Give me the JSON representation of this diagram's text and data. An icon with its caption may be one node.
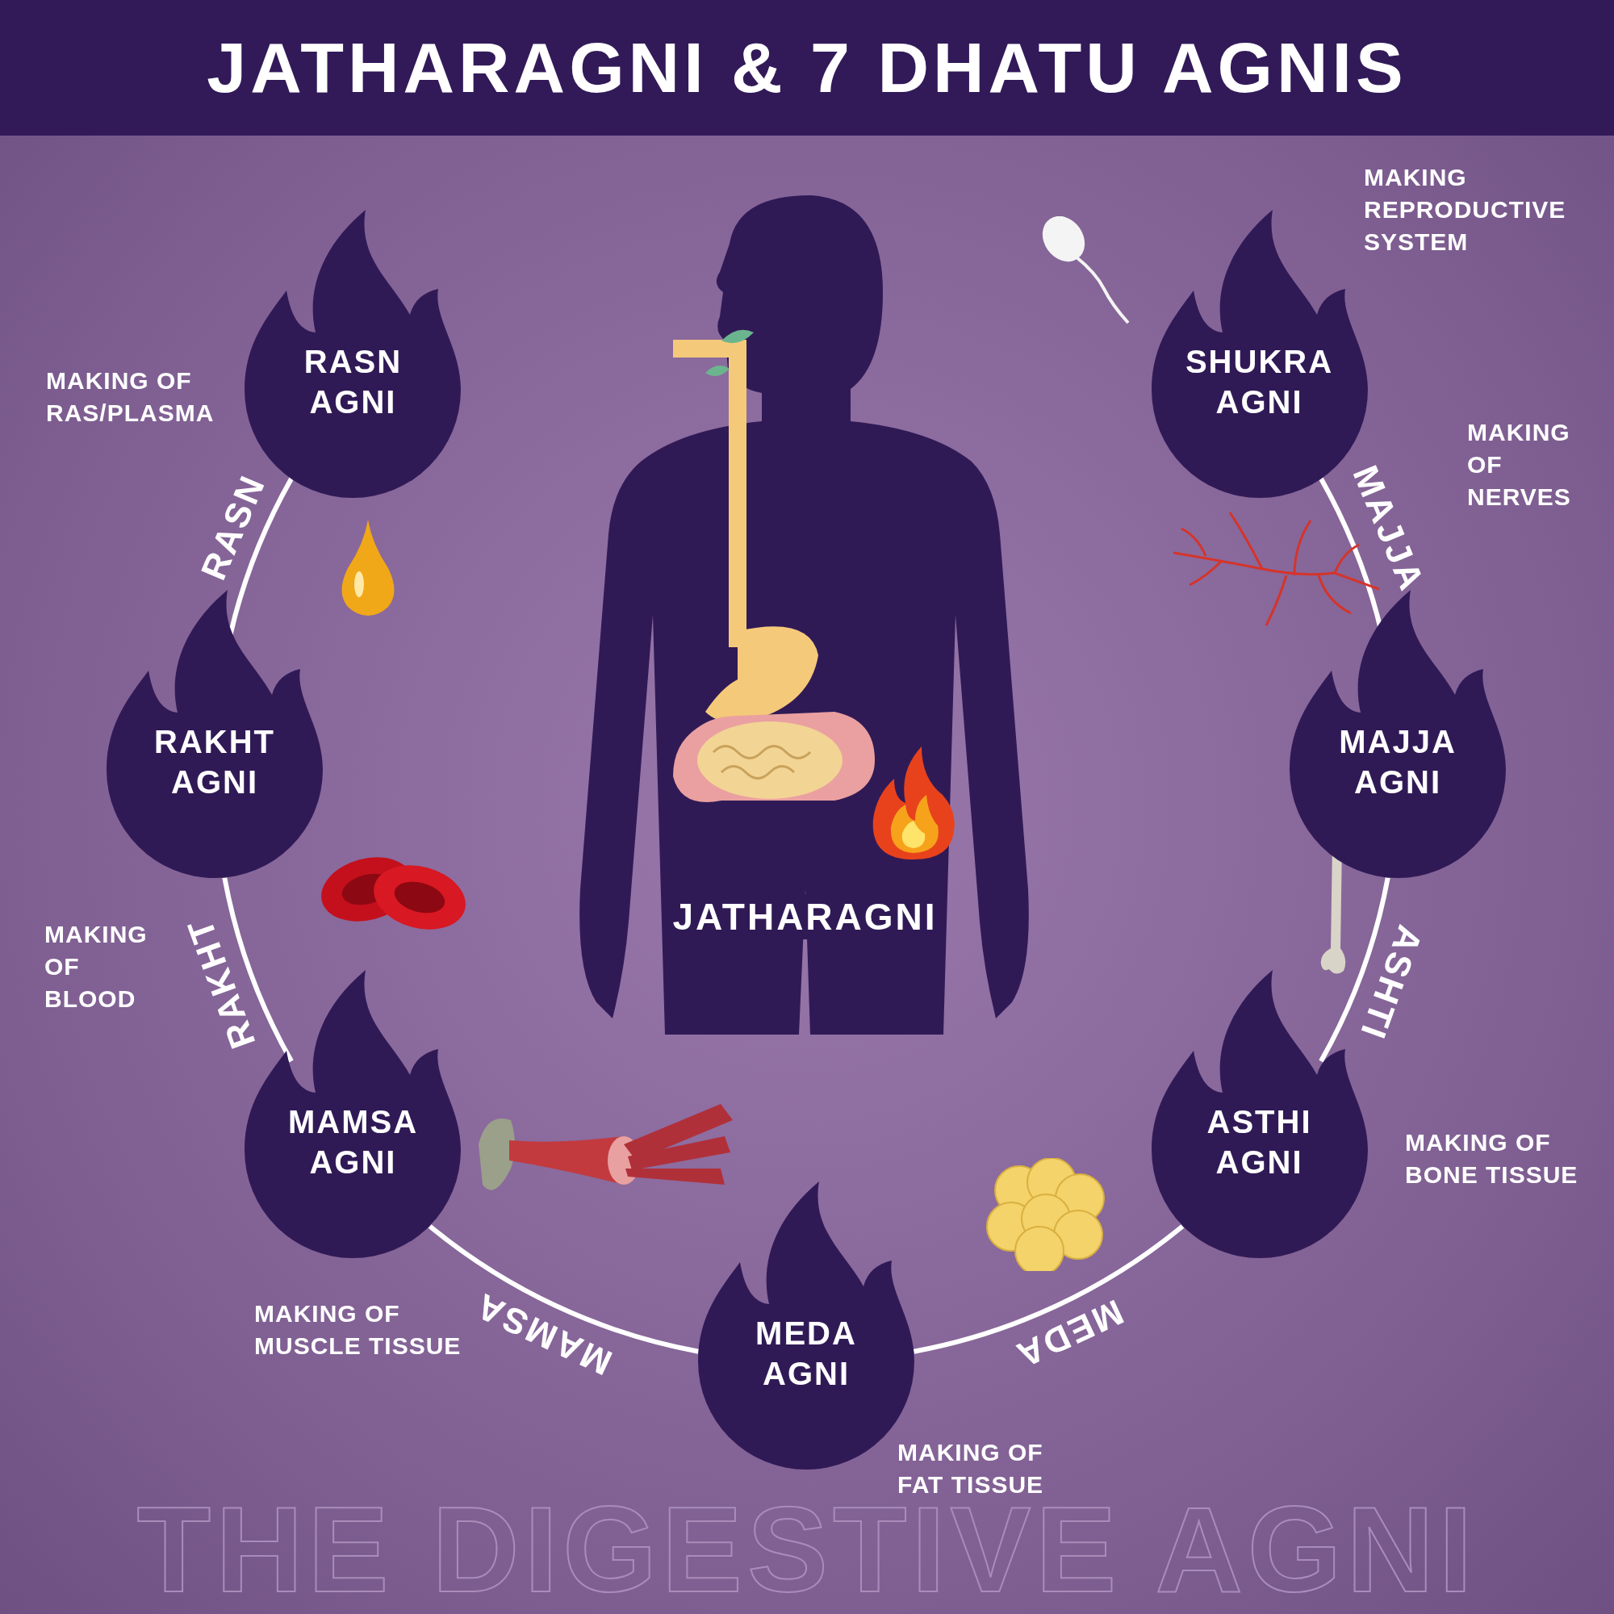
{
  "diagram": {
    "title": "JATHARAGNI & 7 DHATU AGNIS",
    "nodes": [
      {
        "text": [
          "RASN AGNI"
        ],
        "beside": [
          "MAKING OF RAS/PLASMA"
        ]
      },
      {
        "text": [
          "SHUKRA AGNI"
        ],
        "beside": [
          "MAKING REPRODUCTIVE SYSTEM"
        ]
      },
      {
        "text": [
          "JATHARAGNI"
        ]
      },
      {
        "text": [
          "RAKHT AGNI"
        ],
        "beside": [
          "MAKING OF BLOOD"
        ]
      },
      {
        "text": [
          "MAJJA AGNI"
        ],
        "beside": [
          "MAKING OF NERVES"
        ]
      },
      {
        "text": [
          "MAMSA AGNI"
        ],
        "beside": [
          "MAKING OF MUSCLE TISSUE"
        ]
      },
      {
        "text": [
          "ASTHI AGNI"
        ],
        "beside": [
          "MAKING OF BONE TISSUE"
        ]
      },
      {
        "text": [
          "MEDA AGNI"
        ],
        "beside": [
          "MAKING OF FAT TISSUE"
        ]
      }
    ],
    "edges": [
      {
        "from": 0,
        "to": 3,
        "arrow": "none",
        "label": "RASN"
      },
      {
        "from": 3,
        "to": 5,
        "arrow": "none",
        "label": "RAKHT"
      },
      {
        "from": 5,
        "to": 7,
        "arrow": "none",
        "label": "MAMSA"
      },
      {
        "from": 7,
        "to": 6,
        "arrow": "none",
        "label": "MEDA"
      },
      {
        "from": 6,
        "to": 4,
        "arrow": "none",
        "label": "ASHTI"
      },
      {
        "from": 4,
        "to": 1,
        "arrow": "none",
        "label": "MAJJA"
      }
    ],
    "labels": [
      "THE DIGESTIVE AGNI"
    ]
  }
}
